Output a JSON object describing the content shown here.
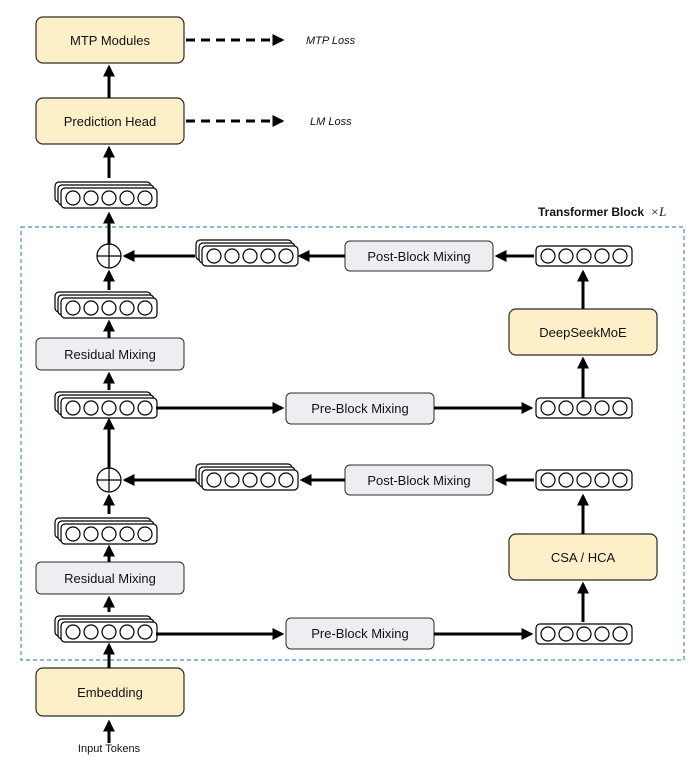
{
  "colors": {
    "yellow_fill": "#fdf0c8",
    "gray_fill": "#eceef1",
    "box_stroke": "#2b2b2b",
    "dashed_border": "#4a8ac4"
  },
  "block_label": "Transformer Block",
  "block_suffix": "×L",
  "modules": {
    "mtp": "MTP Modules",
    "prediction_head": "Prediction Head",
    "residual_mixing_upper": "Residual Mixing",
    "residual_mixing_lower": "Residual Mixing",
    "embedding": "Embedding",
    "deepseek_moe": "DeepSeekMoE",
    "csa_hca": "CSA / HCA",
    "post_block_mixing_upper": "Post-Block Mixing",
    "post_block_mixing_lower": "Post-Block Mixing",
    "pre_block_mixing_upper": "Pre-Block Mixing",
    "pre_block_mixing_lower": "Pre-Block Mixing"
  },
  "losses": {
    "mtp": "MTP Loss",
    "lm": "LM Loss"
  },
  "input_label": "Input Tokens"
}
